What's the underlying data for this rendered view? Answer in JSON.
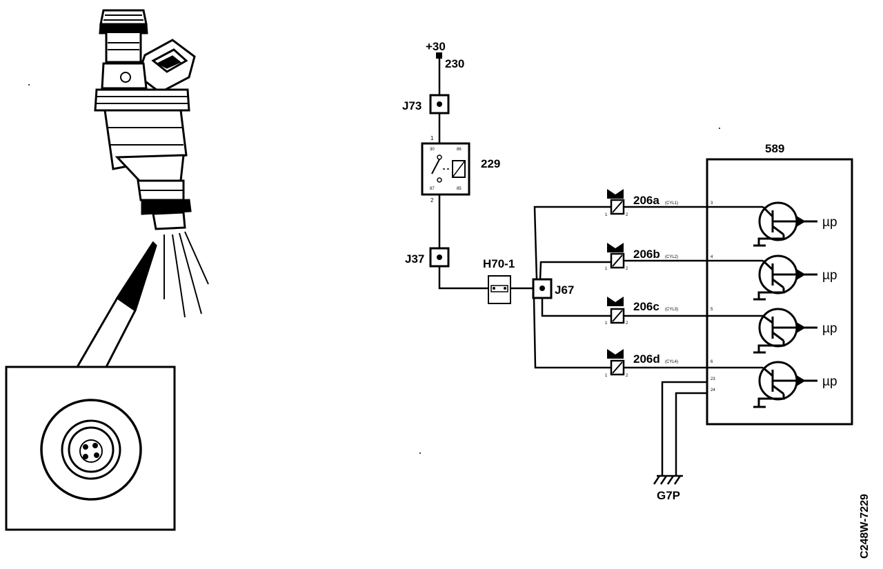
{
  "labels": {
    "supply_terminal": "+30",
    "supply_wire": "230",
    "j73": "J73",
    "relay": "229",
    "j37": "J37",
    "h70": "H70-1",
    "j67": "J67",
    "g7p": "G7P",
    "ecu": "589",
    "drawing_code": "C248W-7229",
    "mu_p": "µp"
  },
  "relay_pins": [
    "30",
    "86",
    "87",
    "85"
  ],
  "relay_connector_pins": [
    "1",
    "2"
  ],
  "injectors": [
    {
      "name": "206a",
      "cyl": "(CYL1)",
      "pin_left": "1",
      "pin_right": "2",
      "ecu_pin": "3"
    },
    {
      "name": "206b",
      "cyl": "(CYL2)",
      "pin_left": "1",
      "pin_right": "2",
      "ecu_pin": "4"
    },
    {
      "name": "206c",
      "cyl": "(CYL3)",
      "pin_left": "1",
      "pin_right": "2",
      "ecu_pin": "5"
    },
    {
      "name": "206d",
      "cyl": "(CYL4)",
      "pin_left": "1",
      "pin_right": "2",
      "ecu_pin": "6"
    }
  ],
  "ecu_ground_pins": [
    "23",
    "24"
  ],
  "colors": {
    "ink": "#000000",
    "paper": "#ffffff"
  }
}
